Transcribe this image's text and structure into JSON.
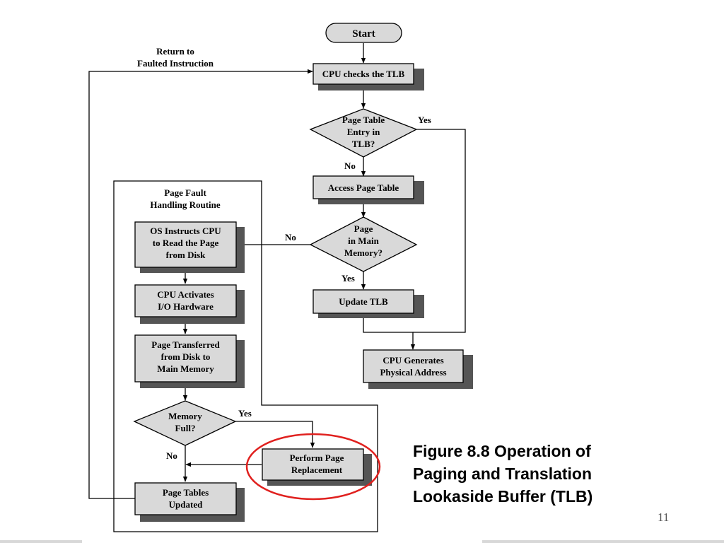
{
  "diagram": {
    "nodes": {
      "start": [
        "Start"
      ],
      "cpu_checks_tlb": [
        "CPU checks the TLB"
      ],
      "pte_in_tlb": [
        "Page Table",
        "Entry in",
        "TLB?"
      ],
      "access_page_table": [
        "Access Page Table"
      ],
      "page_in_memory": [
        "Page",
        "in Main",
        "Memory?"
      ],
      "update_tlb": [
        "Update TLB"
      ],
      "cpu_generates_address": [
        "CPU Generates",
        "Physical Address"
      ],
      "os_instructs_cpu": [
        "OS Instructs CPU",
        "to Read the Page",
        "from Disk"
      ],
      "cpu_activates_io": [
        "CPU Activates",
        "I/O Hardware"
      ],
      "page_transferred": [
        "Page Transferred",
        "from Disk to",
        "Main Memory"
      ],
      "memory_full": [
        "Memory",
        "Full?"
      ],
      "perform_replacement": [
        "Perform Page",
        "Replacement"
      ],
      "page_tables_updated": [
        "Page Tables",
        "Updated"
      ]
    },
    "labels": {
      "return_to": [
        "Return to",
        "Faulted Instruction"
      ],
      "handler_title": [
        "Page Fault",
        "Handling Routine"
      ],
      "yes_tlb": "Yes",
      "no_tlb": "No",
      "no_memory": "No",
      "yes_memory": "Yes",
      "yes_full": "Yes",
      "no_full": "No"
    },
    "highlight_color": "#e0201e",
    "box_fill": "#d9d9d9",
    "shadow_color": "#555555"
  },
  "caption": {
    "line1": "Figure 8.8 Operation of",
    "line2": "Paging and Translation",
    "line3": "Lookaside Buffer (TLB)"
  },
  "slide_number": "11"
}
